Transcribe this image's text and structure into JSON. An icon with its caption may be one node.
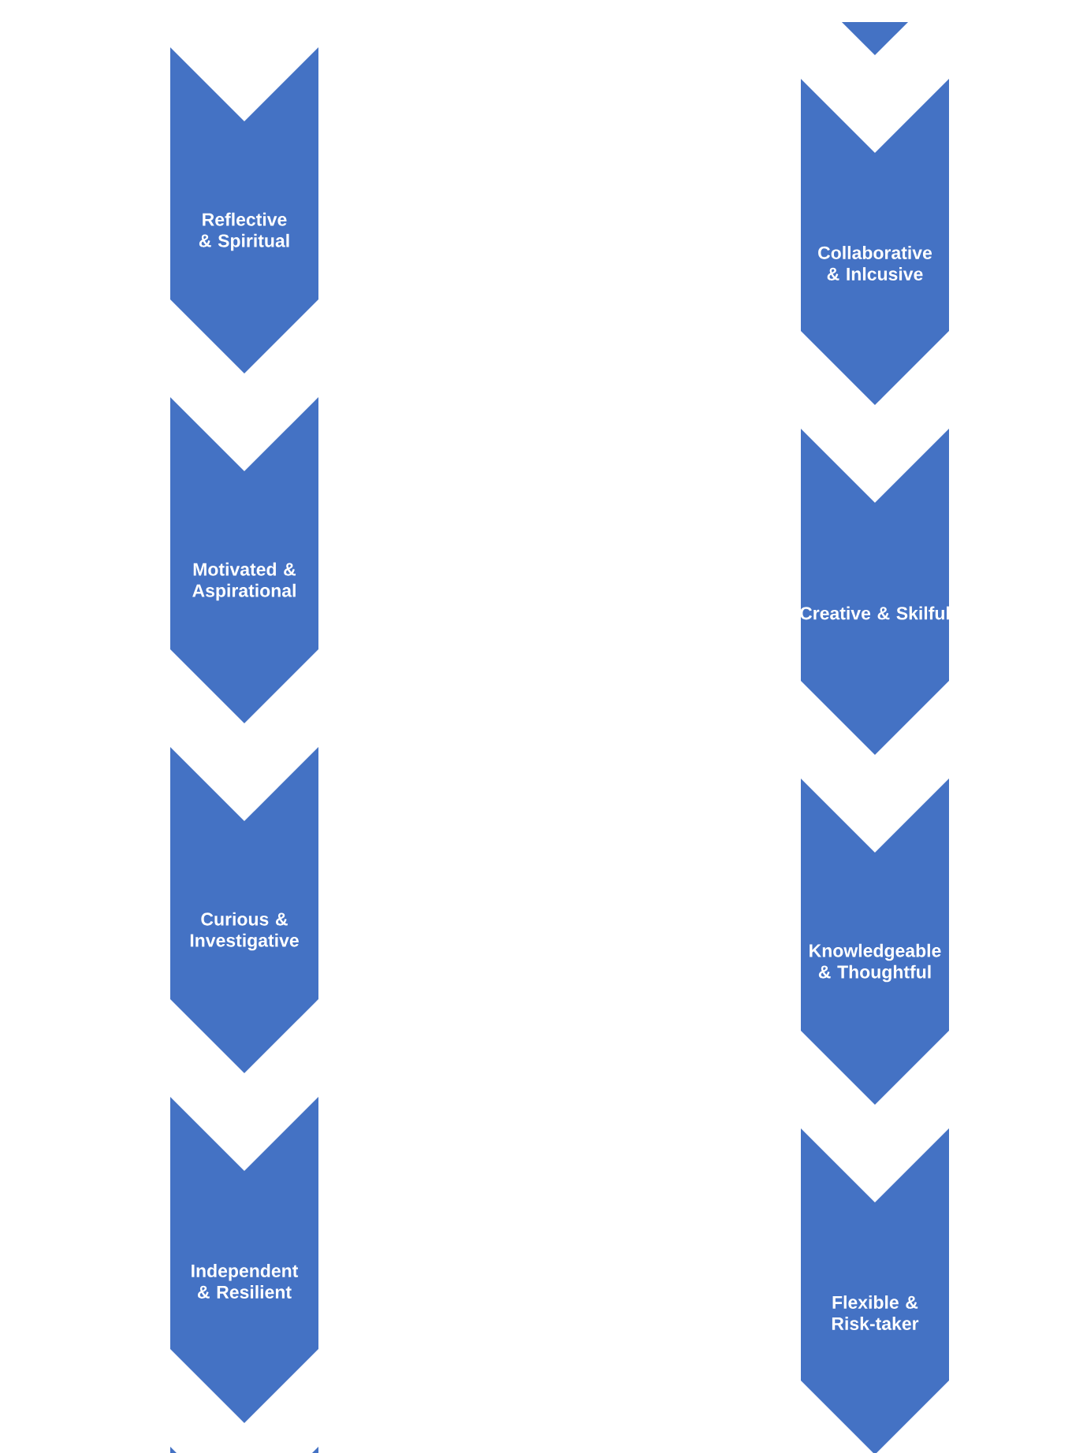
{
  "diagram": {
    "nodes": [
      {
        "text": [
          "Reflective & Spiritual"
        ]
      },
      {
        "text": [
          "Motivated & Aspirational"
        ]
      },
      {
        "text": [
          "Curious & Investigative"
        ]
      },
      {
        "text": [
          "Independent & Resilient"
        ]
      },
      {
        "text": [],
        "shape": "chevron"
      },
      {
        "text": [],
        "shape": "chevron"
      },
      {
        "text": [
          "Collaborative & Inlcusive"
        ]
      },
      {
        "text": [
          "Creative & Skilful"
        ]
      },
      {
        "text": [
          "Knowledgeable & Thoughtful"
        ]
      },
      {
        "text": [
          "Flexible & Risk-taker"
        ]
      }
    ]
  }
}
